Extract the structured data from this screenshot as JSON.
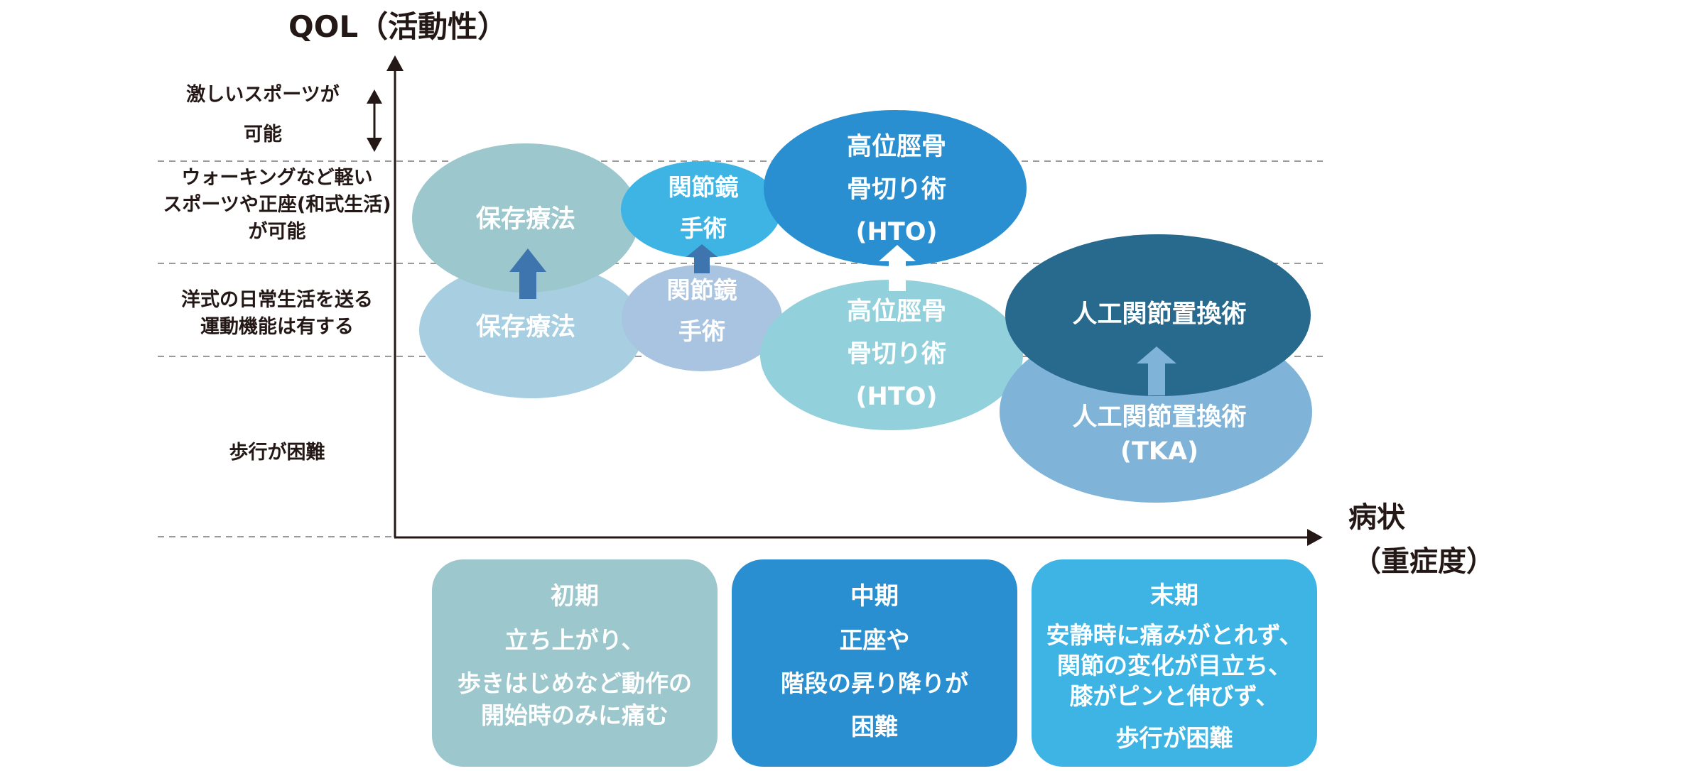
{
  "axes": {
    "y_title": "QOL（活動性）",
    "x_title_line1": "病状",
    "x_title_line2": "（重症度）"
  },
  "levels": [
    {
      "lines": [
        "激しいスポーツが",
        "可能"
      ]
    },
    {
      "lines": [
        "ウォーキングなど軽い",
        "スポーツや正座(和式生活)",
        "が可能"
      ]
    },
    {
      "lines": [
        "洋式の日常生活を送る",
        "運動機能は有する"
      ]
    },
    {
      "lines": [
        "歩行が困難"
      ]
    }
  ],
  "treatments": {
    "conservative_after": {
      "lines": [
        "保存療法"
      ]
    },
    "conservative_before": {
      "lines": [
        "保存療法"
      ]
    },
    "arthroscopy_after": {
      "lines": [
        "関節鏡",
        "手術"
      ]
    },
    "arthroscopy_before": {
      "lines": [
        "関節鏡",
        "手術"
      ]
    },
    "hto_after": {
      "lines": [
        "高位脛骨",
        "骨切り術",
        "(HTO)"
      ]
    },
    "hto_before": {
      "lines": [
        "高位脛骨",
        "骨切り術",
        "(HTO)"
      ]
    },
    "tka_after": {
      "lines": [
        "人工関節置換術"
      ]
    },
    "tka_before": {
      "lines": [
        "人工関節置換術",
        "(TKA)"
      ]
    }
  },
  "stages": [
    {
      "title": "初期",
      "lines": [
        "立ち上がり、",
        "歩きはじめなど動作の",
        "開始時のみに痛む"
      ],
      "color": "#9cc7cc"
    },
    {
      "title": "中期",
      "lines": [
        "正座や",
        "階段の昇り降りが",
        "困難"
      ],
      "color": "#2a8fd0"
    },
    {
      "title": "末期",
      "lines": [
        "安静時に痛みがとれず、",
        "関節の変化が目立ち、",
        "膝がピンと伸びず、",
        "歩行が困難"
      ],
      "color": "#3db4e4"
    }
  ],
  "colors": {
    "conservative_after": "#9cc7cc",
    "conservative_before": "#a7cfe1",
    "arthroscopy_after": "#3db4e4",
    "arthroscopy_before": "#a9c4e1",
    "hto_after": "#2a8fd0",
    "hto_before": "#92d1dc",
    "tka_after": "#28698e",
    "tka_before": "#7fb3d7",
    "arrow_blue": "#3e75ae",
    "axis": "#231815",
    "dashed": "#9a9a9a"
  }
}
